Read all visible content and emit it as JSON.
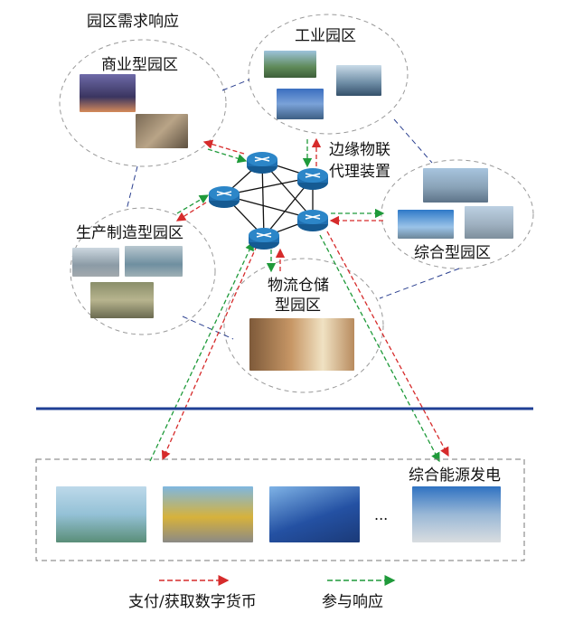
{
  "diagram": {
    "title": "园区需求响应",
    "parks": {
      "commercial": {
        "label": "商业型园区"
      },
      "industrial": {
        "label": "工业园区"
      },
      "manufacturing": {
        "label": "生产制造型园区"
      },
      "logistics": {
        "label_line1": "物流仓储",
        "label_line2": "型园区"
      },
      "comprehensive": {
        "label": "综合型园区"
      }
    },
    "edge_proxy": {
      "label_line1": "边缘物联",
      "label_line2": "代理装置"
    },
    "generation": {
      "label": "综合能源发电",
      "ellipsis": "..."
    },
    "legend": {
      "red": {
        "label": "支付/获取数字货币",
        "color": "#d62b2b"
      },
      "green": {
        "label": "参与响应",
        "color": "#1f9a3a"
      }
    },
    "colors": {
      "divider": "#1f3f95",
      "router": "#1f6fb0",
      "dashed_link": "#2a3f8f"
    },
    "icons": [
      "router-icon",
      "photo-placeholder"
    ]
  }
}
